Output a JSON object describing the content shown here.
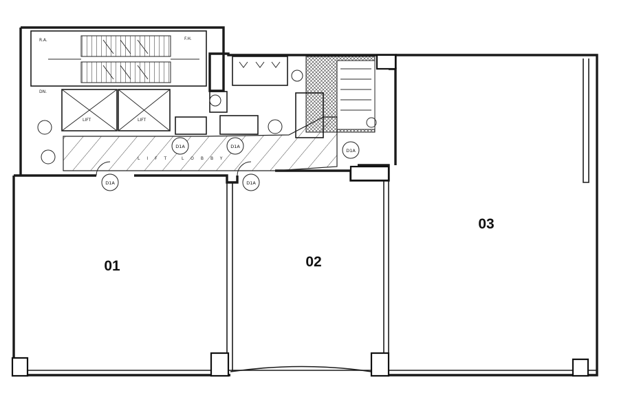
{
  "units": [
    {
      "id": "unit-01",
      "label": "01"
    },
    {
      "id": "unit-02",
      "label": "02"
    },
    {
      "id": "unit-03",
      "label": "03"
    }
  ],
  "core": {
    "lift_label": "LIFT",
    "lobby_label": "LIFT LOBBY",
    "door_tag": "D1A"
  }
}
